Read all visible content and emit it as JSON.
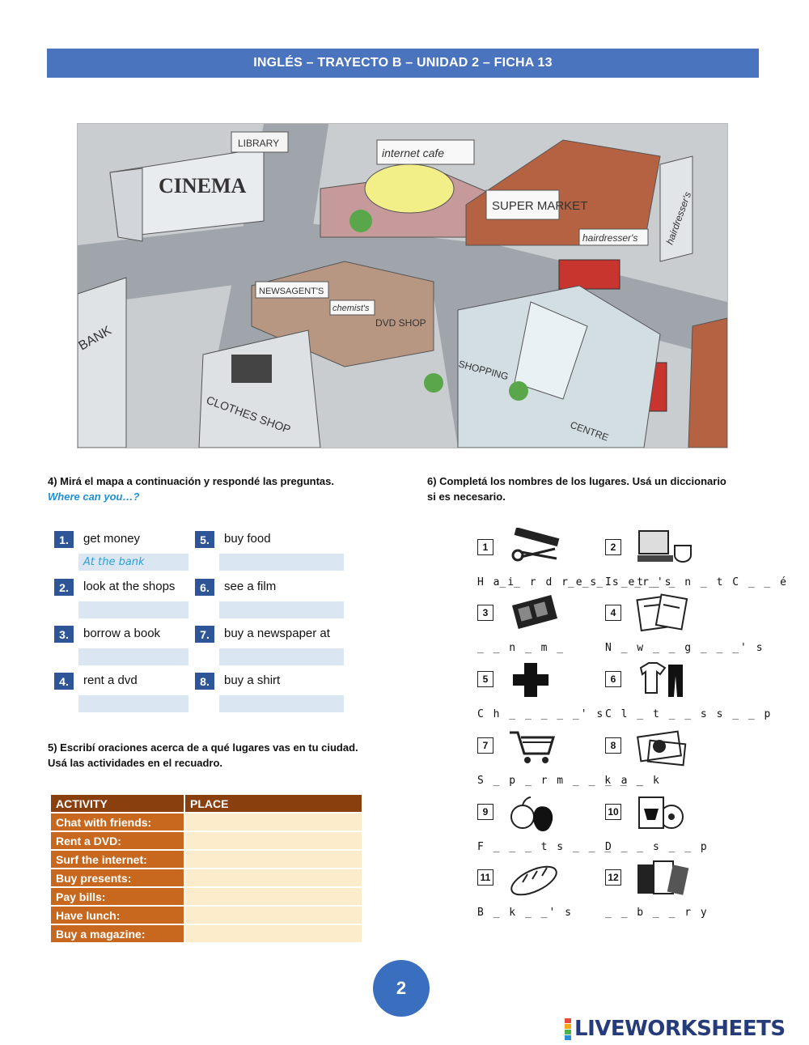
{
  "header": {
    "title": "INGLÉS – TRAYECTO B – UNIDAD 2 – FICHA 13"
  },
  "map": {
    "labels": [
      "CINEMA",
      "LIBRARY",
      "internet cafe",
      "SUPER MARKET",
      "hairdresser's",
      "hairdresser's",
      "NEWSAGENT'S",
      "chemist's",
      "DVD SHOP",
      "BANK",
      "CLOTHES SHOP",
      "SHOPPING",
      "CENTRE"
    ]
  },
  "q4": {
    "title": "4) Mirá el mapa a continuación y respondé las preguntas.",
    "subtitle": "Where can you…?",
    "items": [
      {
        "n": "1.",
        "text": "get money",
        "answer": "At the bank"
      },
      {
        "n": "2.",
        "text": "look at the shops",
        "answer": ""
      },
      {
        "n": "3.",
        "text": "borrow a book",
        "answer": ""
      },
      {
        "n": "4.",
        "text": "rent a dvd",
        "answer": ""
      },
      {
        "n": "5.",
        "text": "buy food",
        "answer": ""
      },
      {
        "n": "6.",
        "text": "see a film",
        "answer": ""
      },
      {
        "n": "7.",
        "text": "buy a newspaper at",
        "answer": ""
      },
      {
        "n": "8.",
        "text": "buy a shirt",
        "answer": ""
      }
    ]
  },
  "q5": {
    "title_line1": "5) Escribí oraciones acerca de a qué lugares vas en tu ciudad.",
    "title_line2": "Usá las actividades en el recuadro.",
    "col_activity": "ACTIVITY",
    "col_place": "PLACE",
    "rows": [
      "Chat with friends:",
      "Rent a DVD:",
      "Surf the internet:",
      "Buy presents:",
      "Pay bills:",
      "Have lunch:",
      "Buy a magazine:"
    ]
  },
  "q6": {
    "title_line1": "6) Completá los nombres de los lugares. Usá un diccionario",
    "title_line2": "si es necesario.",
    "items": [
      {
        "n": "1",
        "word": "H a̲i̲ r d r̲e̲s̲ s e̲r̲'s",
        "icon": "scissors-comb-icon"
      },
      {
        "n": "2",
        "word": "I _ t _ _ n _ t  C _ _ é",
        "icon": "computer-cup-icon"
      },
      {
        "n": "3",
        "word": "_ _ n _ m _",
        "icon": "film-strip-icon"
      },
      {
        "n": "4",
        "word": "N _ w _ _ g _ _ _' s",
        "icon": "newspapers-icon"
      },
      {
        "n": "5",
        "word": "C h _ _ _ _ _' s",
        "icon": "cross-icon"
      },
      {
        "n": "6",
        "word": "C l _ t _ _ s  s _ _ p",
        "icon": "clothes-icon"
      },
      {
        "n": "7",
        "word": "S _ p _ r m _ _ k _ _",
        "icon": "shopping-cart-icon"
      },
      {
        "n": "8",
        "word": "_ a _ k",
        "icon": "banknote-icon"
      },
      {
        "n": "9",
        "word": "F _ _ _ t  s _ _ _",
        "icon": "fruit-icon"
      },
      {
        "n": "10",
        "word": "D _ _  s _ _ p",
        "icon": "dvd-icon"
      },
      {
        "n": "11",
        "word": "B _ k _ _' s",
        "icon": "bread-icon"
      },
      {
        "n": "12",
        "word": "_ _ b _ _ r y",
        "icon": "books-icon"
      }
    ]
  },
  "footer": {
    "page": "2",
    "logo": "LIVEWORKSHEETS",
    "logo_blocks": "LIVE"
  }
}
